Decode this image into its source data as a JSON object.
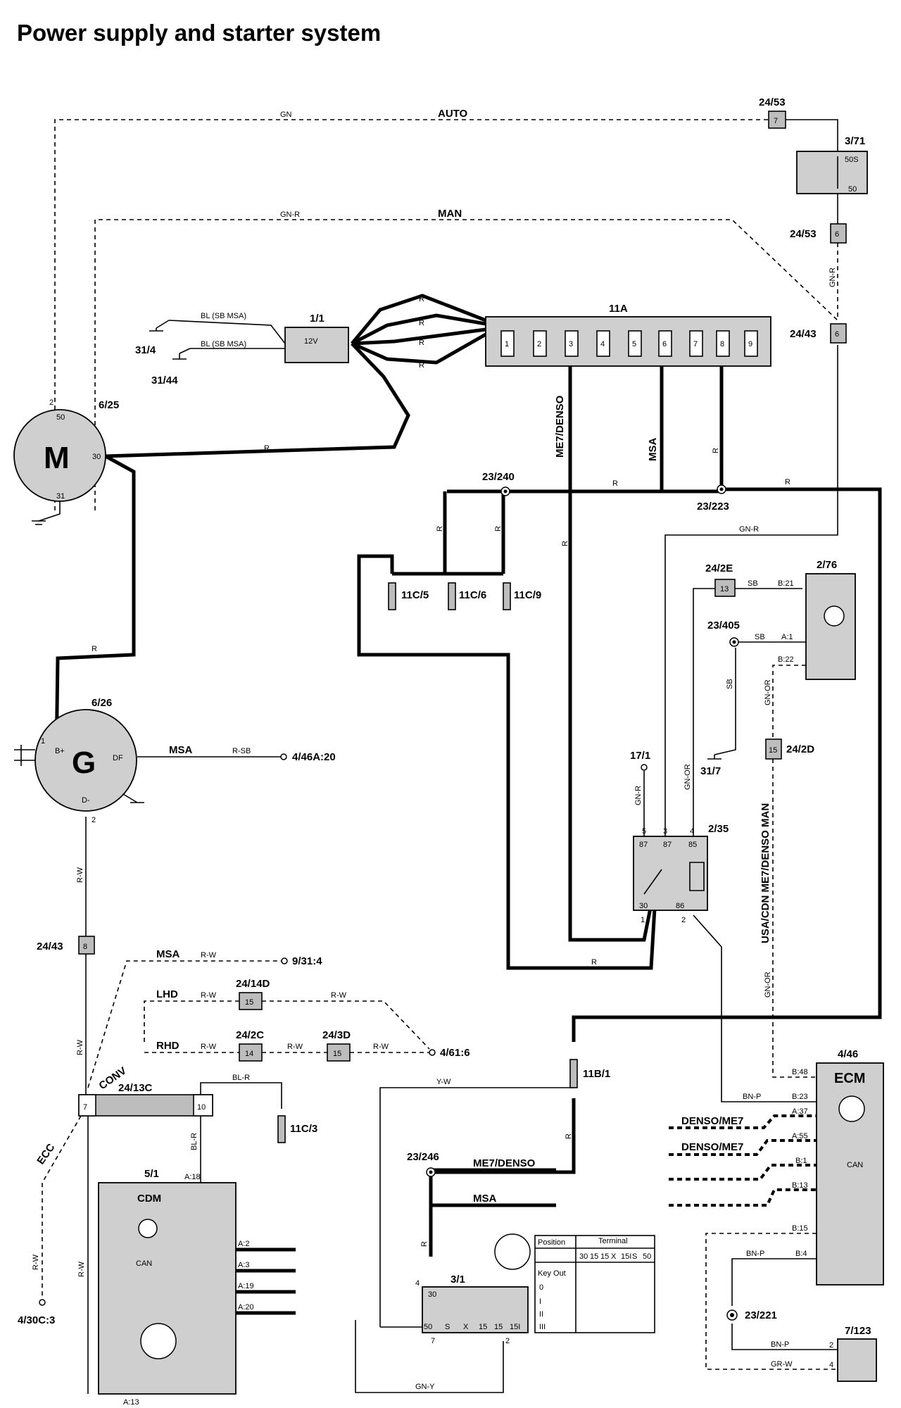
{
  "title": "Power supply and starter system",
  "components": {
    "starter_motor": {
      "id": "6/25",
      "symbol": "M",
      "pins": [
        "2",
        "50",
        "30",
        "31"
      ]
    },
    "alternator": {
      "id": "6/26",
      "symbol": "G",
      "pins": [
        "1",
        "B+",
        "DF",
        "D-",
        "2"
      ]
    },
    "battery": {
      "id": "1/1",
      "symbol": "12V"
    },
    "fuse_box": {
      "id": "11A",
      "fuses": [
        "1",
        "2",
        "3",
        "4",
        "5",
        "6",
        "7",
        "8",
        "9"
      ]
    },
    "gear_switch": {
      "id": "3/71",
      "pins": [
        "50S",
        "50"
      ]
    },
    "relay": {
      "id": "2/35",
      "pins": [
        "5",
        "3",
        "4",
        "87",
        "87",
        "85",
        "30",
        "86",
        "1",
        "2"
      ]
    },
    "immobilizer": {
      "id": "2/76",
      "pins": [
        "B:21",
        "A:1",
        "B:22"
      ]
    },
    "ecm": {
      "id": "4/46",
      "label": "ECM",
      "can": "CAN",
      "pins": [
        "B:48",
        "B:23",
        "A:37",
        "A:55",
        "B:1",
        "B:13",
        "B:15",
        "B:4"
      ]
    },
    "cdm": {
      "id": "5/1",
      "label": "CDM",
      "can": "CAN",
      "pins": [
        "A:18",
        "A:2",
        "A:3",
        "A:19",
        "A:20",
        "A:13"
      ]
    },
    "ignition_switch": {
      "id": "3/1",
      "pins": [
        "4",
        "30",
        "50",
        "S",
        "X",
        "15",
        "15",
        "15I",
        "7",
        "2"
      ]
    },
    "component_7_123": {
      "id": "7/123",
      "pins": [
        "2",
        "4"
      ]
    },
    "fuses_11c": [
      "11C/5",
      "11C/6",
      "11C/9"
    ],
    "fuse_11c3": "11C/3",
    "fuse_11b1": "11B/1"
  },
  "connectors": {
    "c2453_7": {
      "id": "24/53",
      "pin": "7"
    },
    "c2453_6": {
      "id": "24/53",
      "pin": "6"
    },
    "c2443_6": {
      "id": "24/43",
      "pin": "6"
    },
    "c2443_8": {
      "id": "24/43",
      "pin": "8"
    },
    "c242e": {
      "id": "24/2E",
      "pin": "13"
    },
    "c242d": {
      "id": "24/2D",
      "pin": "15"
    },
    "c2414d": {
      "id": "24/14D",
      "pin": "15"
    },
    "c242c": {
      "id": "24/2C",
      "pin": "14"
    },
    "c243d": {
      "id": "24/3D",
      "pin": "15"
    },
    "c2413c": {
      "id": "24/13C",
      "pins": [
        "7",
        "10"
      ]
    }
  },
  "splices": [
    "23/240",
    "23/223",
    "23/405",
    "23/246",
    "23/221"
  ],
  "grounds": [
    "31/4",
    "31/44",
    "31/7"
  ],
  "refs": [
    "4/46A:20",
    "9/31:4",
    "4/61:6",
    "4/30C:3",
    "17/1"
  ],
  "wire_colors": [
    "GN",
    "GN-R",
    "BL (SB MSA)",
    "BL (SB MSA)",
    "R",
    "SB",
    "GN-OR",
    "R-SB",
    "R-W",
    "BL-R",
    "Y-W",
    "BN-P",
    "GR-W",
    "GN-Y"
  ],
  "variant_labels": [
    "AUTO",
    "MAN",
    "ME7/DENSO",
    "MSA",
    "CONV",
    "ECC",
    "LHD",
    "RHD",
    "USA/CDN ME7/DENSO MAN",
    "DENSO/ME7"
  ],
  "switch_table": {
    "headers": [
      "Position",
      "Terminal"
    ],
    "terminals": [
      "30",
      "15",
      "15",
      "X",
      "15I",
      "S",
      "50"
    ],
    "rows": [
      "Key Out",
      "0",
      "I",
      "II",
      "III"
    ]
  }
}
